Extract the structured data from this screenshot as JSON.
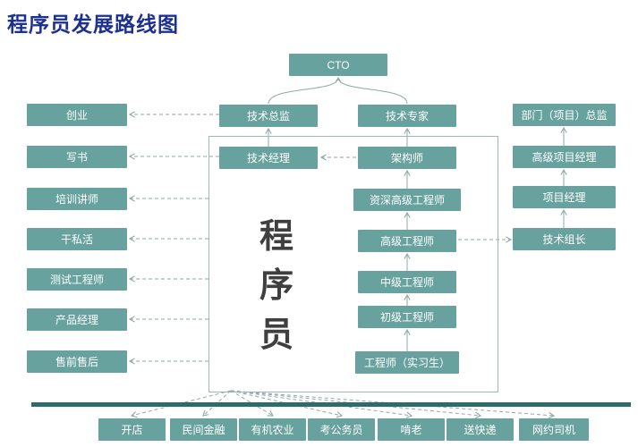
{
  "title": "程序员发展路线图",
  "center": {
    "chars": [
      "程",
      "序",
      "员"
    ]
  },
  "top": {
    "cto": "CTO",
    "tech_director": "技术总监",
    "tech_expert": "技术专家",
    "tech_manager": "技术经理",
    "architect": "架构师"
  },
  "ladder": [
    "资深高级工程师",
    "高级工程师",
    "中级工程师",
    "初级工程师",
    "工程师（实习生）"
  ],
  "left_column": [
    "创业",
    "写书",
    "培训讲师",
    "干私活",
    "测试工程师",
    "产品经理",
    "售前售后"
  ],
  "right_column": [
    "部门（项目）总监",
    "高级项目经理",
    "项目经理",
    "技术组长"
  ],
  "bottom_row": [
    "开店",
    "民间金融",
    "有机农业",
    "考公务员",
    "啃老",
    "送快递",
    "网约司机"
  ],
  "colors": {
    "node": "#68a29e",
    "title": "#1d3191",
    "bar": "#2f6c68",
    "line": "#8fa9a7",
    "center_text": "#3f3f3f"
  }
}
